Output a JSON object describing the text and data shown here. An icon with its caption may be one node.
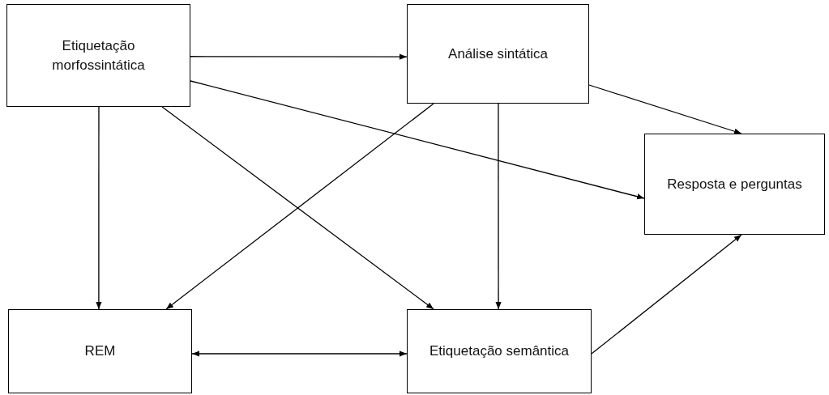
{
  "diagram": {
    "nodes": [
      {
        "text": [
          "Etiquetação morfossintática"
        ]
      },
      {
        "text": [
          "Análise sintática"
        ]
      },
      {
        "text": [
          "Resposta e perguntas"
        ]
      },
      {
        "text": [
          "REM"
        ]
      },
      {
        "text": [
          "Etiquetação semântica"
        ]
      }
    ],
    "edges": [
      {
        "from": 0,
        "to": 1,
        "arrow": "to"
      },
      {
        "from": 0,
        "to": 3,
        "arrow": "to"
      },
      {
        "from": 0,
        "to": 4,
        "arrow": "to"
      },
      {
        "from": 0,
        "to": 2,
        "arrow": "to"
      },
      {
        "from": 1,
        "to": 2,
        "arrow": "to"
      },
      {
        "from": 1,
        "to": 3,
        "arrow": "to"
      },
      {
        "from": 1,
        "to": 4,
        "arrow": "to"
      },
      {
        "from": 3,
        "to": 4,
        "arrow": "both"
      },
      {
        "from": 4,
        "to": 2,
        "arrow": "to"
      }
    ]
  }
}
